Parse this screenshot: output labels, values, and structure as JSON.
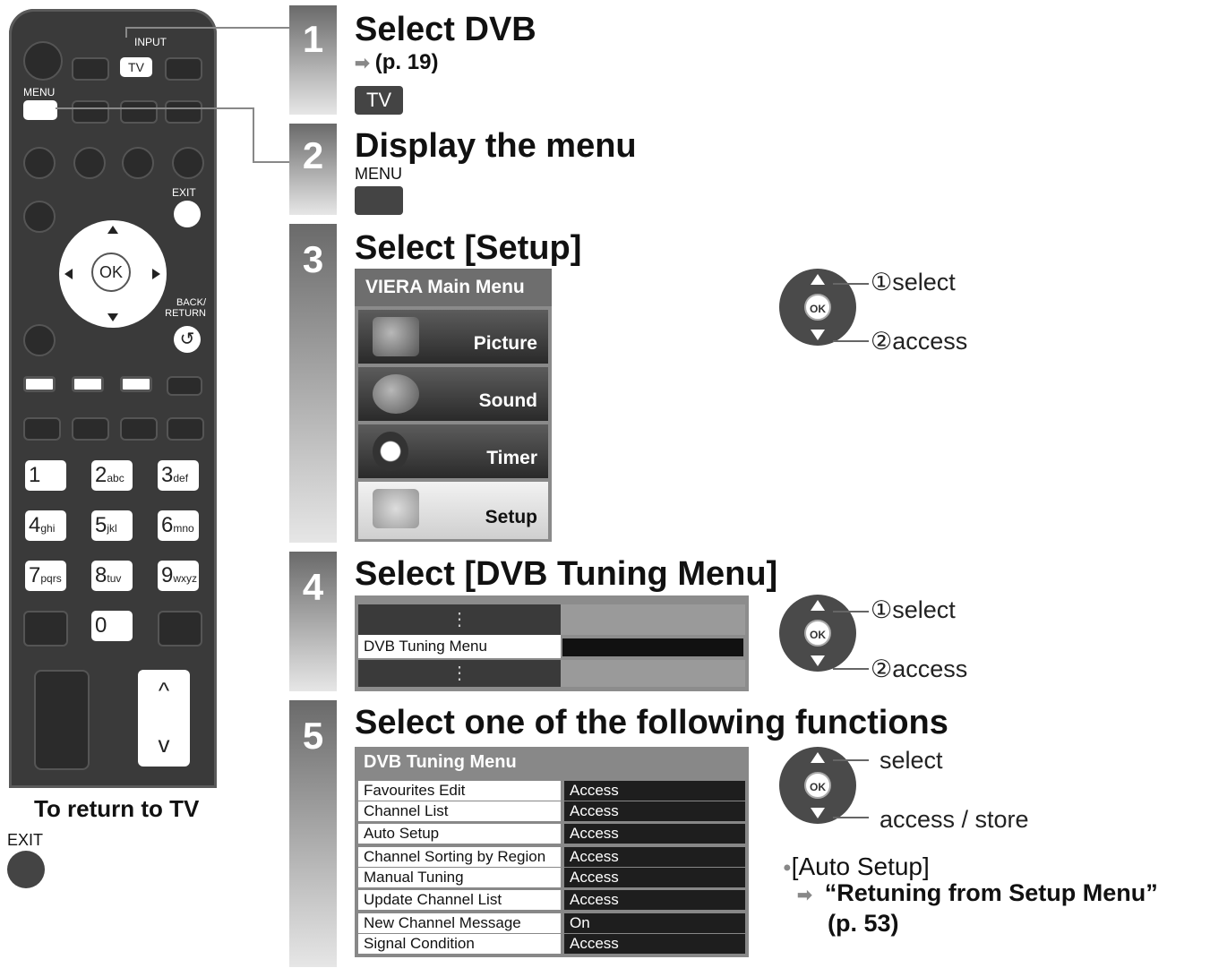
{
  "remote": {
    "input_label": "INPUT",
    "tv_label": "TV",
    "menu_label": "MENU",
    "exit_label": "EXIT",
    "ok_label": "OK",
    "back_label": "BACK/\nRETURN",
    "keys": [
      {
        "num": "1",
        "sub": ""
      },
      {
        "num": "2",
        "sub": "abc"
      },
      {
        "num": "3",
        "sub": "def"
      },
      {
        "num": "4",
        "sub": "ghi"
      },
      {
        "num": "5",
        "sub": "jkl"
      },
      {
        "num": "6",
        "sub": "mno"
      },
      {
        "num": "7",
        "sub": "pqrs"
      },
      {
        "num": "8",
        "sub": "tuv"
      },
      {
        "num": "9",
        "sub": "wxyz"
      },
      {
        "num": "0",
        "sub": ""
      }
    ],
    "up_glyph": "^",
    "down_glyph": "v"
  },
  "return_note": {
    "text": "To return to TV",
    "exit_label": "EXIT"
  },
  "steps": [
    {
      "num": "1",
      "title": "Select DVB",
      "ref": "(p. 19)",
      "key": "TV"
    },
    {
      "num": "2",
      "title": "Display the menu",
      "key": "MENU"
    },
    {
      "num": "3",
      "title": "Select [Setup]"
    },
    {
      "num": "4",
      "title": "Select [DVB Tuning Menu]"
    },
    {
      "num": "5",
      "title": "Select one of the following functions"
    }
  ],
  "main_menu": {
    "title": "VIERA Main Menu",
    "items": [
      "Picture",
      "Sound",
      "Timer",
      "Setup"
    ]
  },
  "dial_labels": {
    "select": "①select",
    "access": "②access",
    "select2": "select",
    "access_store": "access / store",
    "ok": "OK"
  },
  "tuning_small": {
    "dots": "⋮",
    "item": "DVB Tuning Menu"
  },
  "tuning_menu": {
    "title": "DVB Tuning Menu",
    "rows": [
      {
        "name": "Favourites Edit",
        "value": "Access"
      },
      {
        "name": "Channel List",
        "value": "Access"
      },
      {
        "name": "Auto Setup",
        "value": "Access"
      },
      {
        "name": "Channel Sorting by Region",
        "value": "Access"
      },
      {
        "name": "Manual Tuning",
        "value": "Access"
      },
      {
        "name": "Update Channel List",
        "value": "Access"
      },
      {
        "name": "New Channel Message",
        "value": "On"
      },
      {
        "name": "Signal Condition",
        "value": "Access"
      }
    ]
  },
  "auto_setup_note": {
    "bullet": "[Auto Setup]",
    "link": "“Retuning from Setup Menu”",
    "ref": "(p. 53)"
  }
}
